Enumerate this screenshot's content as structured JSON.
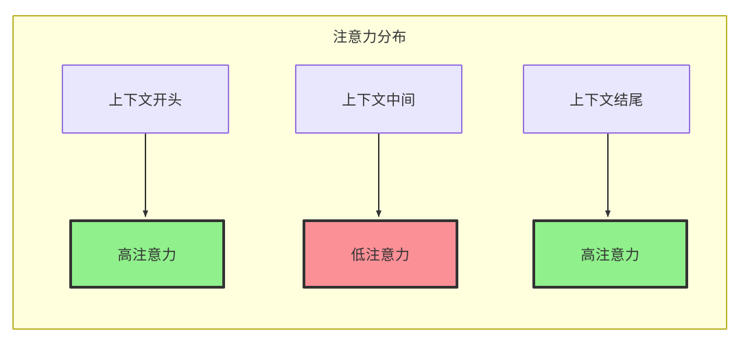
{
  "diagram": {
    "title": "注意力分布",
    "colors": {
      "container_bg": "#ffffde",
      "container_border": "#bdb329",
      "context_bg": "#e9e7fd",
      "context_border": "#9672e0",
      "high_attention_bg": "#90f08c",
      "low_attention_bg": "#fb9097",
      "attention_border": "#333333",
      "text": "#333333",
      "edge": "#333333"
    },
    "nodes": {
      "context": [
        {
          "id": "context-start",
          "label": "上下文开头"
        },
        {
          "id": "context-middle",
          "label": "上下文中间"
        },
        {
          "id": "context-end",
          "label": "上下文结尾"
        }
      ],
      "attention": [
        {
          "id": "attention-start",
          "label": "高注意力",
          "level": "high"
        },
        {
          "id": "attention-middle",
          "label": "低注意力",
          "level": "low"
        },
        {
          "id": "attention-end",
          "label": "高注意力",
          "level": "high"
        }
      ]
    },
    "edges": [
      {
        "from": "context-start",
        "to": "attention-start"
      },
      {
        "from": "context-middle",
        "to": "attention-middle"
      },
      {
        "from": "context-end",
        "to": "attention-end"
      }
    ]
  }
}
